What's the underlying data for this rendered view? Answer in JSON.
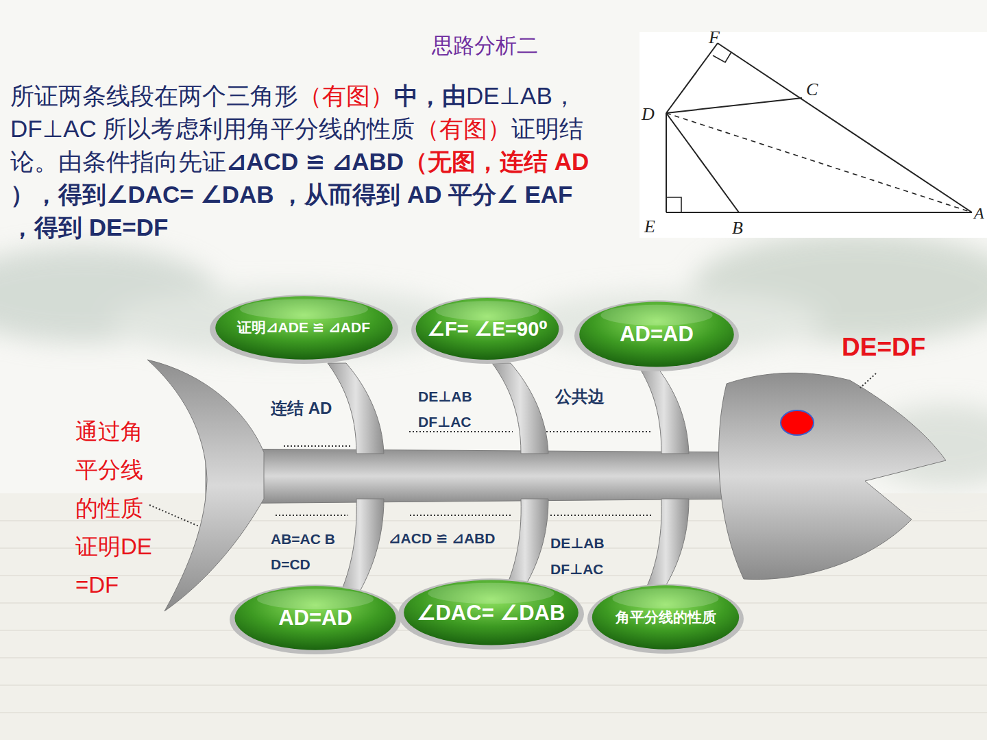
{
  "diagram": {
    "title": "思路分析二",
    "nodes": [
      {
        "text": [
          "证明⊿ADE ≌ ⊿ADF"
        ]
      },
      {
        "text": [
          "∠F= ∠E=90⁰"
        ]
      },
      {
        "text": [
          "AD=AD"
        ]
      },
      {
        "text": [
          "AD=AD"
        ]
      },
      {
        "text": [
          "∠DAC= ∠DAB"
        ]
      },
      {
        "text": [
          "角平分线的性质"
        ]
      }
    ],
    "labels": [
      "所证两条线段在两个三角形",
      "（有图）",
      "中，由",
      "DE⊥AB， DF⊥AC 所以考虑利用角平分线的性质",
      "（有图）",
      "证明结论。由条件指向先证",
      "⊿ACD ≌ ⊿ABD",
      "（无图，连结 AD",
      " ），得到∠DAC= ∠DAB ，从而得到 AD 平分∠ EAF ，得到 DE=DF",
      "F",
      "C",
      "D",
      "E",
      "B",
      "A",
      "DE=DF",
      "通过角平分线的性质证明DE=DF",
      "连结 AD",
      "DE⊥AB DF⊥AC",
      "公共边",
      "AB=AC BD=CD",
      "⊿ACD ≌ ⊿ABD",
      "DE⊥AB DF⊥AC"
    ]
  }
}
